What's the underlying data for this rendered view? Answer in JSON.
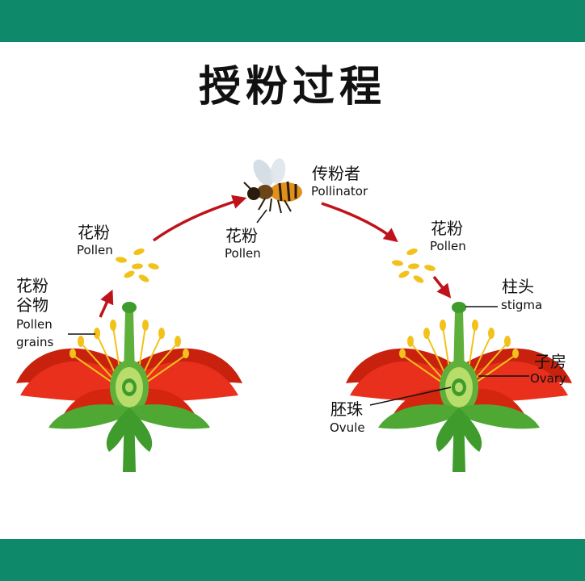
{
  "title": "授粉过程",
  "colors": {
    "band": "#0e8a6b",
    "petal": "#e8301c",
    "petal_dark": "#b81d10",
    "stem": "#3f9b2c",
    "leaf": "#4ea833",
    "pollen": "#f2c21a",
    "arrow": "#c0121b",
    "bee_body": "#e0901c",
    "bee_dark": "#2a1c0c"
  },
  "labels": {
    "pollen_left": {
      "cn": "花粉",
      "en": "Pollen"
    },
    "pollen_bee": {
      "cn": "花粉",
      "en": "Pollen"
    },
    "pollinator": {
      "cn": "传粉者",
      "en": "Pollinator"
    },
    "pollen_right": {
      "cn": "花粉",
      "en": "Pollen"
    },
    "pollen_grains": {
      "cn1": "花粉",
      "cn2": "谷物",
      "en1": "Pollen",
      "en2": "grains"
    },
    "stigma": {
      "cn": "柱头",
      "en": "stigma"
    },
    "ovary": {
      "cn": "子房",
      "en": "Ovary"
    },
    "ovule": {
      "cn": "胚珠",
      "en": "Ovule"
    }
  },
  "icons": [
    "bee-icon",
    "flower-left-icon",
    "flower-right-icon",
    "arrow-icon",
    "pollen-grain-icon"
  ]
}
